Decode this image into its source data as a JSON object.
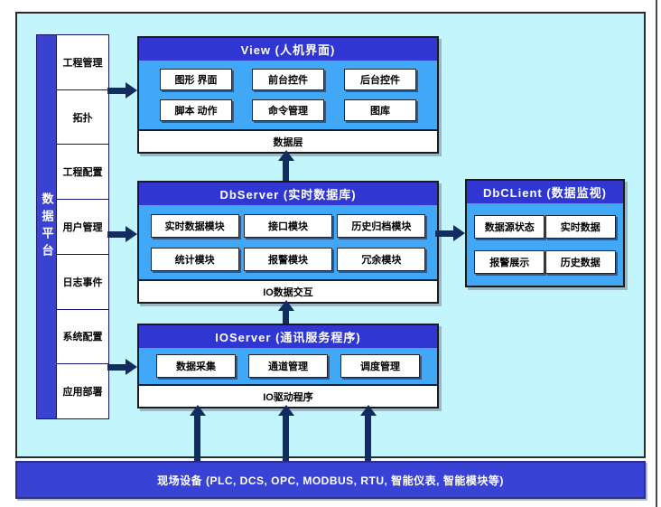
{
  "colors": {
    "background_cyan": "#c3f5fc",
    "title_blue": "#2f36d1",
    "body_blue": "#41a7f7",
    "sidebar_blue": "#3a43d0",
    "bottom_bar_blue": "#3843d6",
    "arrow_navy": "#122c62"
  },
  "sidebar": {
    "platform_label": "数据平台",
    "items": [
      "工程管理",
      "拓扑",
      "工程配置",
      "用户管理",
      "日志事件",
      "系统配置",
      "应用部署"
    ]
  },
  "view": {
    "title": "View (人机界面)",
    "modules": [
      "图形 界面",
      "前台控件",
      "后台控件",
      "脚本 动作",
      "命令管理",
      "图库"
    ],
    "footer": "数据层"
  },
  "dbserver": {
    "title": "DbServer (实时数据库)",
    "modules": [
      "实时数据模块",
      "接口模块",
      "历史归档模块",
      "统计模块",
      "报警模块",
      "冗余模块"
    ],
    "footer": "IO数据交互"
  },
  "dbclient": {
    "title": "DbCLient (数据监视)",
    "modules": [
      "数据源状态",
      "实时数据",
      "报警展示",
      "历史数据"
    ]
  },
  "ioserver": {
    "title": "IOServer (通讯服务程序)",
    "modules": [
      "数据采集",
      "通道管理",
      "调度管理"
    ],
    "footer": "IO驱动程序"
  },
  "field_devices": {
    "label": "现场设备 (PLC, DCS, OPC, MODBUS, RTU, 智能仪表, 智能模块等)"
  }
}
